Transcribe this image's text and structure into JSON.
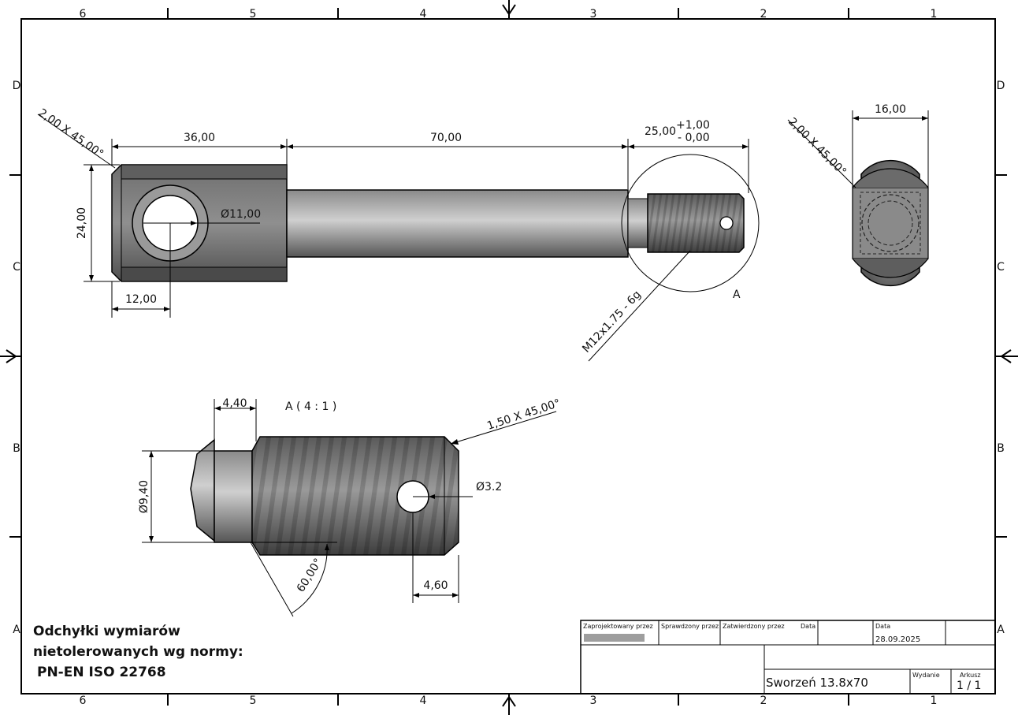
{
  "zones": {
    "columns": [
      "6",
      "5",
      "4",
      "3",
      "2",
      "1"
    ],
    "rows": [
      "D",
      "C",
      "B",
      "A"
    ]
  },
  "main_view": {
    "chamfer_left": "2,00 X 45,00°",
    "dim_eye_length": "36,00",
    "dim_shaft_length": "70,00",
    "dim_thread_length": "25,00",
    "tol_upper": "+1,00",
    "tol_lower": "- 0,00",
    "dim_height": "24,00",
    "dim_hole_diameter": "Ø11,00",
    "dim_hole_offset": "12,00",
    "thread_spec": "M12x1.75 - 6g",
    "detail_label": "A"
  },
  "end_view": {
    "dim_width": "16,00",
    "chamfer": "2,00 X 45,00°"
  },
  "detail_view": {
    "title": "A ( 4 : 1 )",
    "dim_groove": "4,40",
    "chamfer": "1,50 X 45,00°",
    "dim_diameter": "Ø9,40",
    "dim_pin_hole": "Ø3.2",
    "dim_angle": "60,00°",
    "dim_hole_position": "4,60"
  },
  "note": {
    "line1": "Odchyłki wymiarów",
    "line2": "nietolerowanych wg normy:",
    "line3": "PN-EN ISO 22768"
  },
  "title_block": {
    "designed_by_label": "Zaprojektowany przez",
    "checked_by_label": "Sprawdzony przez",
    "approved_by_label": "Zatwierdzony przez",
    "date_label_1": "Data",
    "date_label_2": "Data",
    "date_value": "28.09.2025",
    "part_name": "Sworzeń 13.8x70",
    "edition_label": "Wydanie",
    "sheet_label": "Arkusz",
    "sheet_value": "1 / 1"
  }
}
